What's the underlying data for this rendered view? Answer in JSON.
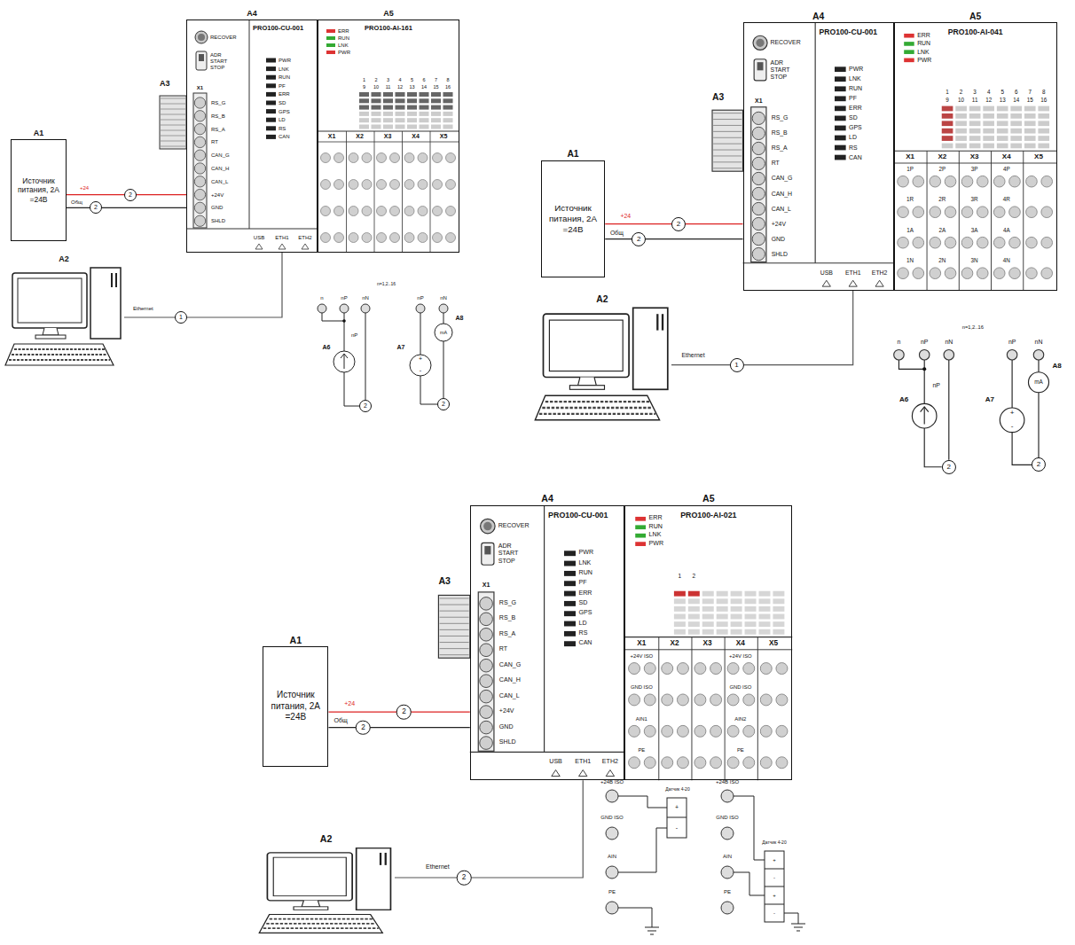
{
  "diagram": {
    "nodes": [
      {
        "text": [
          "A1",
          "Источник питания, 2А =24В"
        ]
      },
      {
        "text": [
          "A2"
        ]
      },
      {
        "text": [
          "A4",
          "PRO100-CU-001"
        ]
      },
      {
        "text": [
          "A5",
          "PRO100-AI-161"
        ]
      },
      {
        "text": [
          "A1",
          "Источник питания, 2А =24В"
        ]
      },
      {
        "text": [
          "A2"
        ]
      },
      {
        "text": [
          "A4",
          "PRO100-CU-001"
        ]
      },
      {
        "text": [
          "A5",
          "PRO100-AI-041"
        ]
      },
      {
        "text": [
          "A1",
          "Источник питания, 2А =24В"
        ]
      },
      {
        "text": [
          "A2"
        ]
      },
      {
        "text": [
          "A4",
          "PRO100-CU-001"
        ]
      },
      {
        "text": [
          "A5",
          "PRO100-AI-021"
        ]
      }
    ],
    "edges": [
      {
        "from": 0,
        "to": 2,
        "arrow": "none",
        "label": "2"
      },
      {
        "from": 0,
        "to": 2,
        "arrow": "none",
        "label": "2"
      },
      {
        "from": 1,
        "to": 2,
        "arrow": "none",
        "label": "1"
      },
      {
        "from": 4,
        "to": 6,
        "arrow": "none",
        "label": "2"
      },
      {
        "from": 4,
        "to": 6,
        "arrow": "none",
        "label": "2"
      },
      {
        "from": 5,
        "to": 6,
        "arrow": "none",
        "label": "1"
      },
      {
        "from": 8,
        "to": 10,
        "arrow": "none",
        "label": "2"
      },
      {
        "from": 8,
        "to": 10,
        "arrow": "none",
        "label": "2"
      },
      {
        "from": 9,
        "to": 10,
        "arrow": "none",
        "label": "2"
      }
    ],
    "labels": [
      "A3",
      "RECOVER",
      "ADR",
      "START",
      "STOP",
      "X1",
      "RS_G",
      "RS_B",
      "RS_A",
      "RT",
      "CAN_G",
      "CAN_H",
      "CAN_L",
      "+24V",
      "GND",
      "SHLD",
      "PWR",
      "LNK",
      "RUN",
      "PF",
      "ERR",
      "SD",
      "GPS",
      "LD",
      "RS",
      "CAN",
      "USB",
      "ETH1",
      "ETH2",
      "+24",
      "Общ",
      "Ethernet",
      "ERR",
      "RUN",
      "LNK",
      "PWR",
      "1",
      "2",
      "3",
      "4",
      "5",
      "6",
      "7",
      "8",
      "9",
      "10",
      "11",
      "12",
      "13",
      "14",
      "15",
      "16",
      "X1",
      "X2",
      "X3",
      "X4",
      "X5",
      "n=1,2..16",
      "n",
      "nP",
      "nN",
      "nP",
      "A6",
      "nP",
      "nN",
      "A7",
      "A8",
      "mA",
      "+",
      "-",
      "2",
      "2",
      "A3",
      "RECOVER",
      "ADR",
      "START",
      "STOP",
      "X1",
      "RS_G",
      "RS_B",
      "RS_A",
      "RT",
      "CAN_G",
      "CAN_H",
      "CAN_L",
      "+24V",
      "GND",
      "SHLD",
      "PWR",
      "LNK",
      "RUN",
      "PF",
      "ERR",
      "SD",
      "GPS",
      "LD",
      "RS",
      "CAN",
      "USB",
      "ETH1",
      "ETH2",
      "+24",
      "Общ",
      "Ethernet",
      "ERR",
      "RUN",
      "LNK",
      "PWR",
      "1",
      "2",
      "3",
      "4",
      "5",
      "6",
      "7",
      "8",
      "9",
      "10",
      "11",
      "12",
      "13",
      "14",
      "15",
      "16",
      "X1",
      "X2",
      "X3",
      "X4",
      "X5",
      "1P",
      "2P",
      "3P",
      "4P",
      "1R",
      "2R",
      "3R",
      "4R",
      "1A",
      "2A",
      "3A",
      "4A",
      "1N",
      "2N",
      "3N",
      "4N",
      "n=1,2..16",
      "n",
      "nP",
      "nN",
      "nP",
      "A6",
      "nP",
      "nN",
      "A7",
      "A8",
      "mA",
      "+",
      "-",
      "2",
      "2",
      "A3",
      "RECOVER",
      "ADR",
      "START",
      "STOP",
      "X1",
      "RS_G",
      "RS_B",
      "RS_A",
      "RT",
      "CAN_G",
      "CAN_H",
      "CAN_L",
      "+24V",
      "GND",
      "SHLD",
      "PWR",
      "LNK",
      "RUN",
      "PF",
      "ERR",
      "SD",
      "GPS",
      "LD",
      "RS",
      "CAN",
      "USB",
      "ETH1",
      "ETH2",
      "+24",
      "Общ",
      "Ethernet",
      "ERR",
      "RUN",
      "LNK",
      "PWR",
      "1",
      "2",
      "X1",
      "X2",
      "X3",
      "X4",
      "X5",
      "+24V ISO",
      "GND ISO",
      "AIN1",
      "PE",
      "+24V ISO",
      "GND ISO",
      "AIN2",
      "PE",
      "+24В ISO",
      "GND ISO",
      "AIN",
      "PE",
      "Датчик 4-20",
      "+",
      "-",
      "+24В ISO",
      "GND ISO",
      "AIN",
      "PE",
      "Датчик 4-20",
      "+",
      "-",
      "+",
      "-"
    ]
  }
}
